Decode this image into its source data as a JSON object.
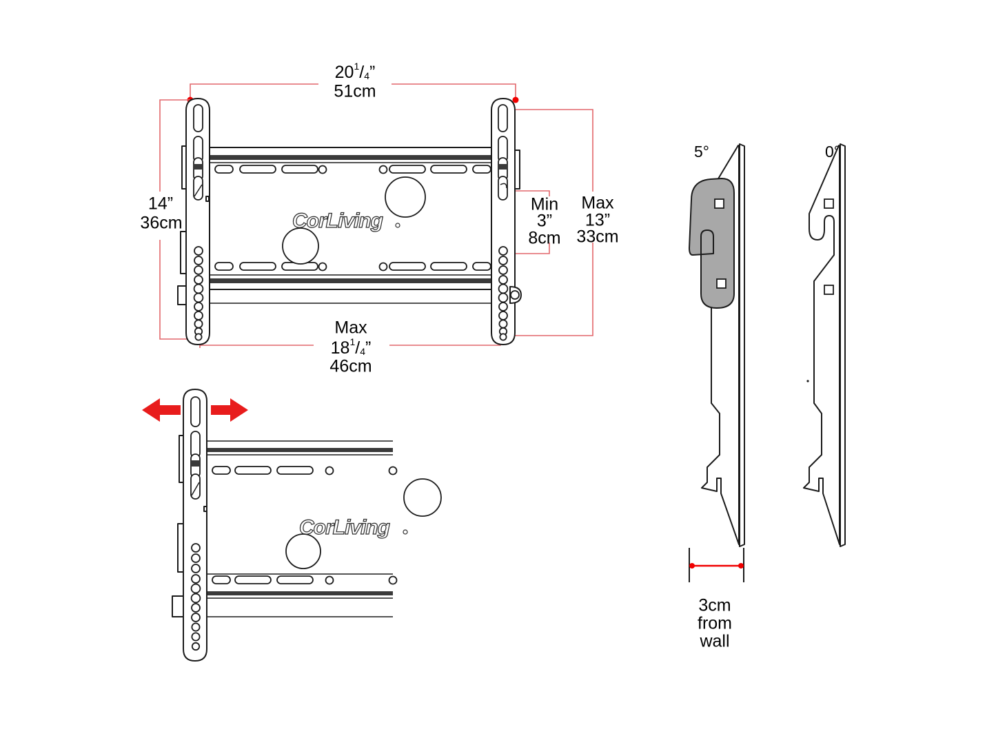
{
  "diagram": {
    "title": "CorLiving TV wall mount bracket dimension diagram",
    "brand_logo": "CorLiving",
    "colors": {
      "dimension_line": "#e2676b",
      "dimension_dot": "#f00000",
      "arrow_red": "#e81c1c",
      "part_outline": "#1a1a1a",
      "hook_fill": "#a8a8a8",
      "rail_dark": "#3a3a3a",
      "background": "#ffffff"
    }
  },
  "front_view": {
    "name": "front-view",
    "dimensions": {
      "width_top": {
        "label_inch_whole": "20",
        "label_frac_num": "1",
        "label_frac_den": "4",
        "label_inch_mark": "”",
        "label_metric": "51cm",
        "full": "20 1/4” 51cm"
      },
      "height_left": {
        "label_inch": "14”",
        "label_metric": "36cm",
        "full": "14” 36cm"
      },
      "width_bottom": {
        "prefix": "Max",
        "label_inch_whole": "18",
        "label_frac_num": "1",
        "label_frac_den": "4",
        "label_inch_mark": "”",
        "label_metric": "46cm",
        "full": "Max 18 1/4” 46cm"
      },
      "min_spacing": {
        "prefix": "Min",
        "label_inch": "3”",
        "label_metric": "8cm",
        "full": "Min 3” 8cm"
      },
      "max_spacing": {
        "prefix": "Max",
        "label_inch": "13”",
        "label_metric": "33cm",
        "full": "Max 13” 33cm"
      }
    }
  },
  "perspective_view": {
    "name": "adjustable-arm-view",
    "arrow_left": "arrow-left-red",
    "arrow_right": "arrow-right-red",
    "note": "horizontal adjustment indicated by red double arrows"
  },
  "side_views": {
    "tilted": {
      "label": "5°",
      "name": "side-view-5-degrees"
    },
    "flat": {
      "label": "0°",
      "name": "side-view-0-degrees"
    },
    "wall_clearance": {
      "line1": "3cm",
      "line2": "from",
      "line3": "wall",
      "full": "3cm from wall"
    }
  }
}
